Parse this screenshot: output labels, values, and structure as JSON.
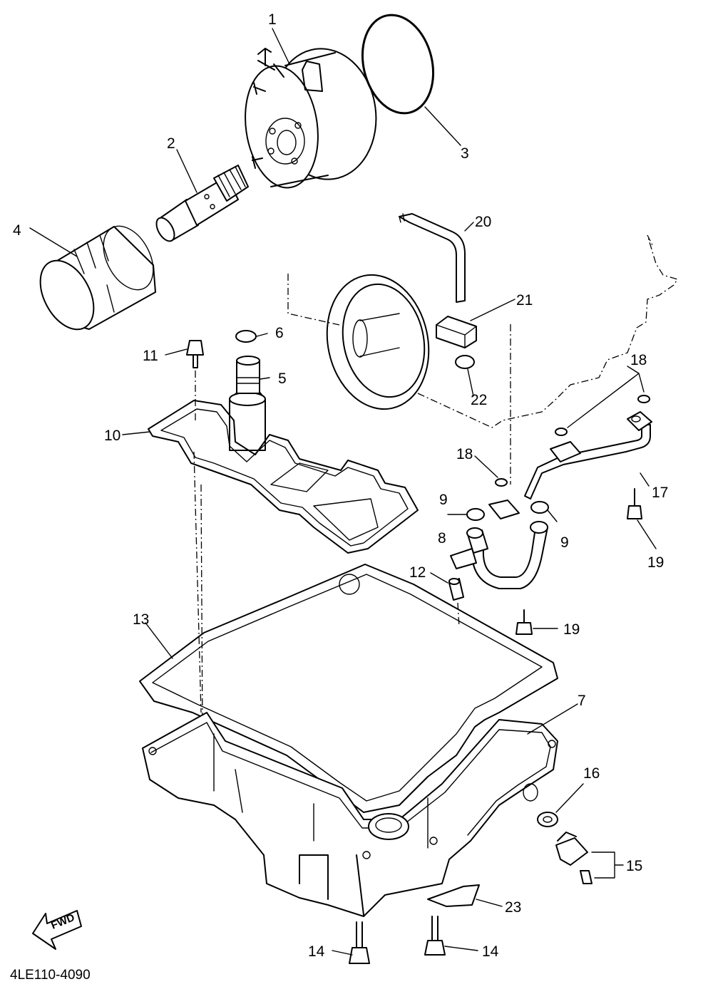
{
  "diagram": {
    "code": "4LE110-4090",
    "fwd_label": "FWD",
    "callouts": [
      {
        "id": "c1",
        "text": "1"
      },
      {
        "id": "c2",
        "text": "2"
      },
      {
        "id": "c3",
        "text": "3"
      },
      {
        "id": "c4",
        "text": "4"
      },
      {
        "id": "c5",
        "text": "5"
      },
      {
        "id": "c6",
        "text": "6"
      },
      {
        "id": "c7",
        "text": "7"
      },
      {
        "id": "c8",
        "text": "8"
      },
      {
        "id": "c9a",
        "text": "9"
      },
      {
        "id": "c9b",
        "text": "9"
      },
      {
        "id": "c10",
        "text": "10"
      },
      {
        "id": "c11",
        "text": "11"
      },
      {
        "id": "c12",
        "text": "12"
      },
      {
        "id": "c13",
        "text": "13"
      },
      {
        "id": "c14a",
        "text": "14"
      },
      {
        "id": "c14b",
        "text": "14"
      },
      {
        "id": "c15",
        "text": "15"
      },
      {
        "id": "c16",
        "text": "16"
      },
      {
        "id": "c17",
        "text": "17"
      },
      {
        "id": "c18a",
        "text": "18"
      },
      {
        "id": "c18b",
        "text": "18"
      },
      {
        "id": "c19a",
        "text": "19"
      },
      {
        "id": "c19b",
        "text": "19"
      },
      {
        "id": "c20",
        "text": "20"
      },
      {
        "id": "c21",
        "text": "21"
      },
      {
        "id": "c22",
        "text": "22"
      },
      {
        "id": "c23",
        "text": "23"
      }
    ]
  }
}
